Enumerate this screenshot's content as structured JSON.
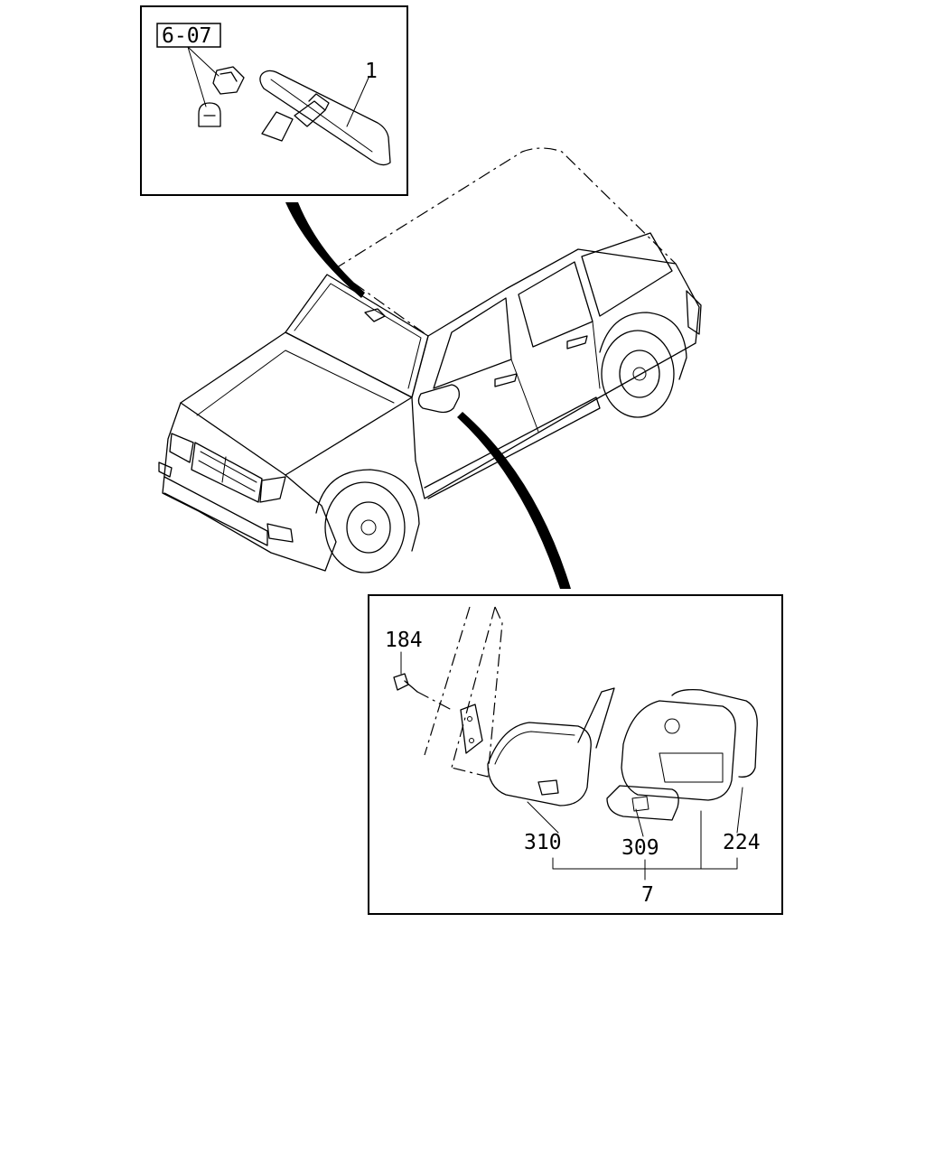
{
  "diagram": {
    "callouts": {
      "ref_6_07": "6-07",
      "inner_mirror": "1",
      "bolt": "184",
      "cover": "310",
      "lamp": "309",
      "glass": "224",
      "assembly": "7"
    }
  }
}
